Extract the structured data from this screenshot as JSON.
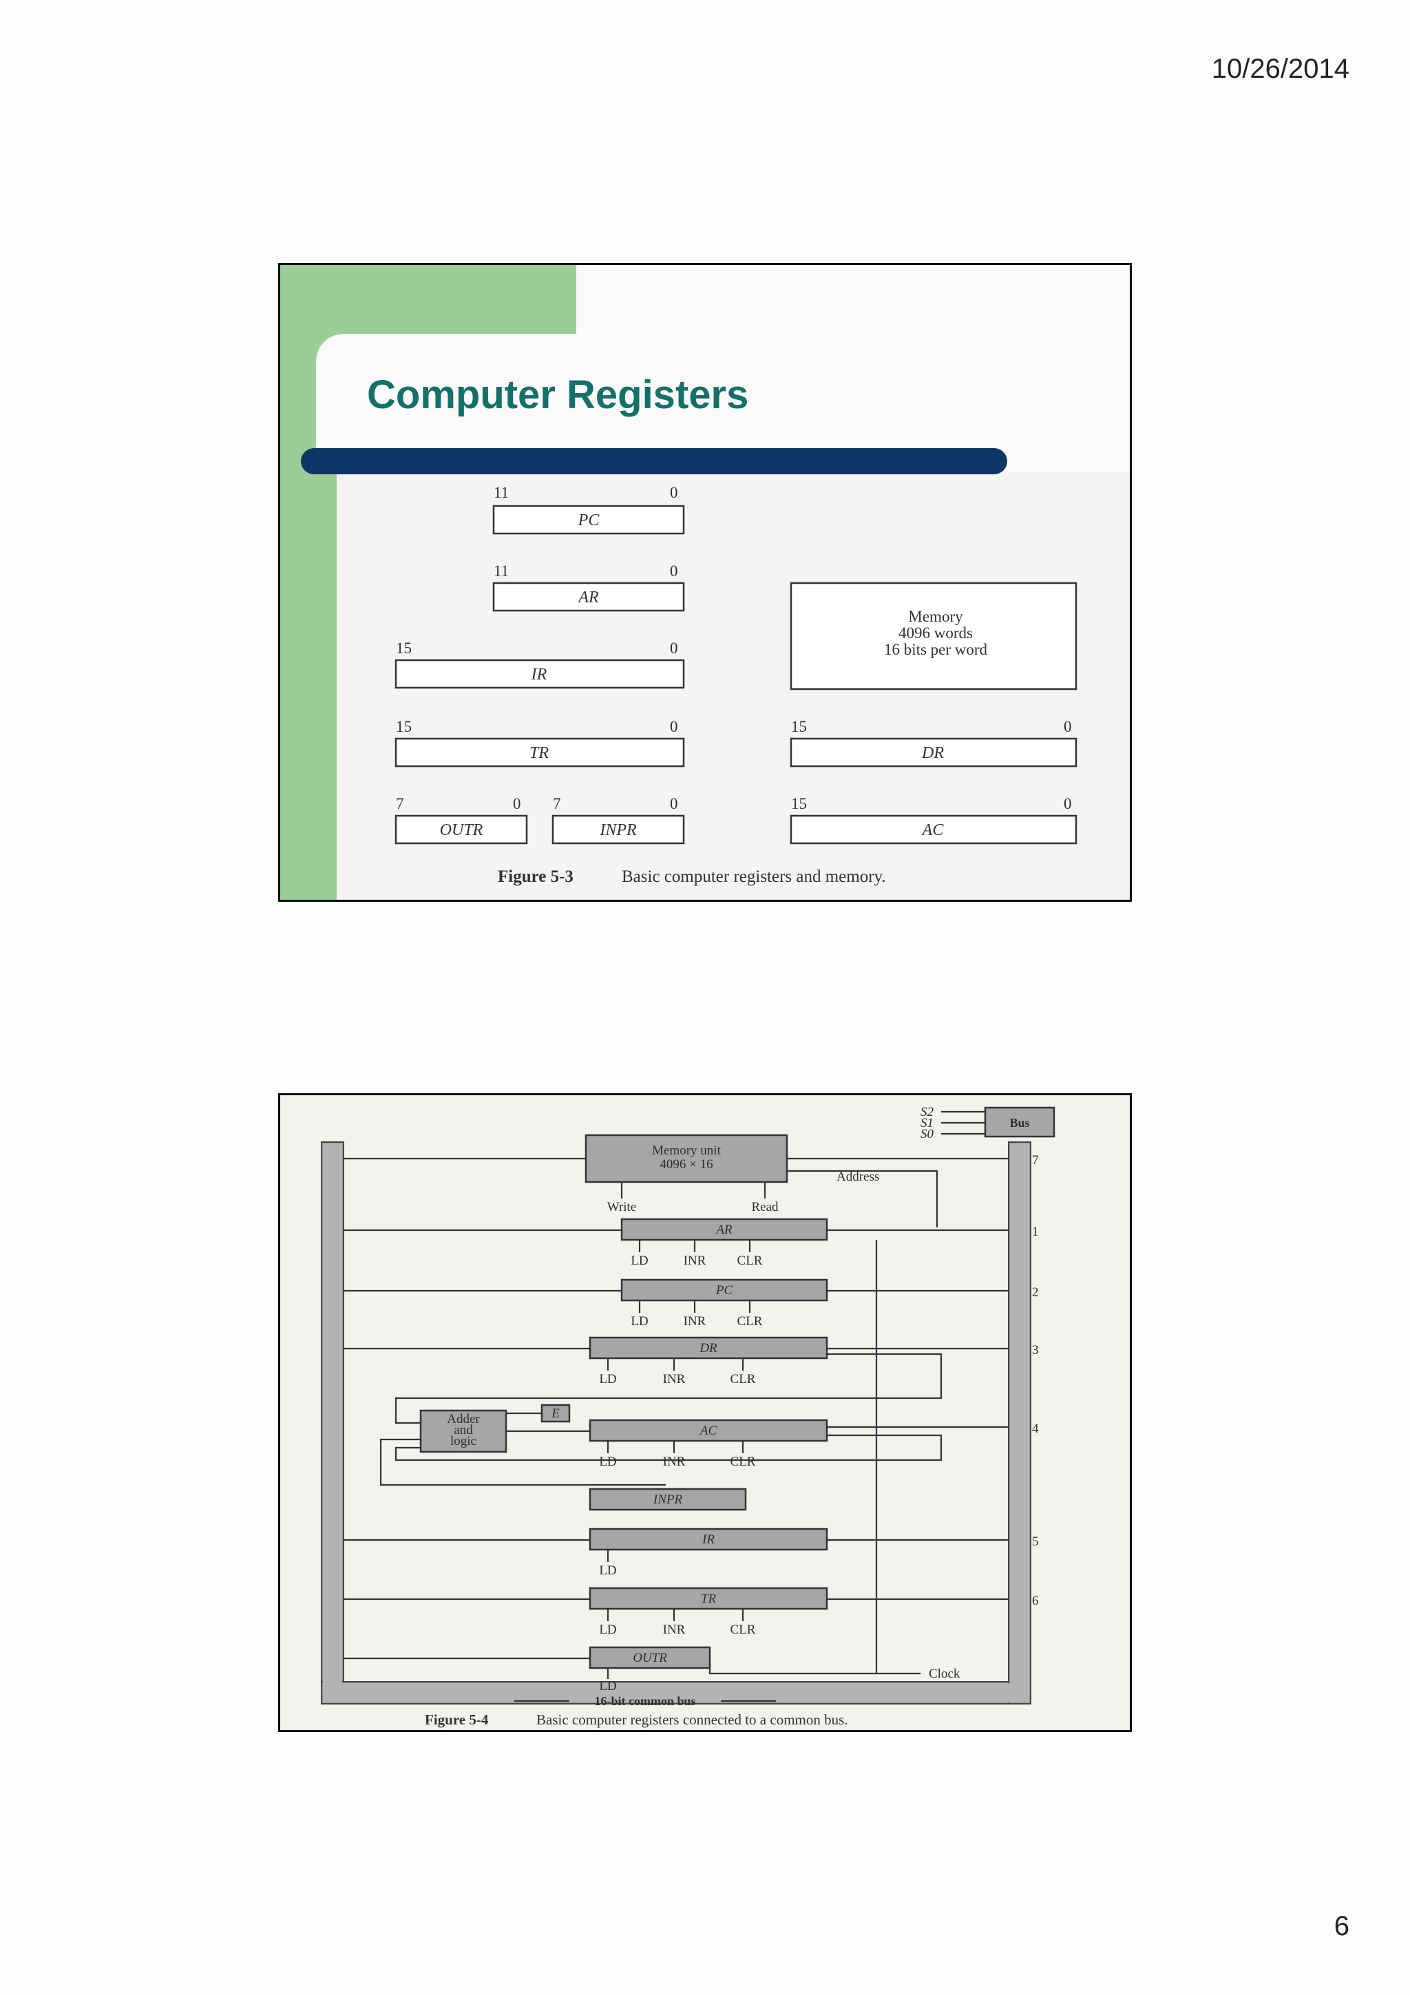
{
  "header": {
    "date": "10/26/2014"
  },
  "footer": {
    "page_number": "6"
  },
  "slide1": {
    "title": "Computer Registers",
    "registers": [
      {
        "name": "PC",
        "high_bit": "11",
        "low_bit": "0"
      },
      {
        "name": "AR",
        "high_bit": "11",
        "low_bit": "0"
      },
      {
        "name": "IR",
        "high_bit": "15",
        "low_bit": "0"
      },
      {
        "name": "TR",
        "high_bit": "15",
        "low_bit": "0"
      },
      {
        "name": "OUTR",
        "high_bit": "7",
        "low_bit": "0"
      },
      {
        "name": "INPR",
        "high_bit": "7",
        "low_bit": "0"
      },
      {
        "name": "DR",
        "high_bit": "15",
        "low_bit": "0"
      },
      {
        "name": "AC",
        "high_bit": "15",
        "low_bit": "0"
      }
    ],
    "memory": {
      "line1": "Memory",
      "line2": "4096 words",
      "line3": "16 bits per word"
    },
    "caption": {
      "number": "Figure 5-3",
      "text": "Basic computer registers and memory."
    },
    "colors": {
      "title": "#16706a",
      "accent_green": "#9ccd97",
      "accent_bar": "#0f3566"
    }
  },
  "slide2": {
    "select_lines": [
      "S2",
      "S1",
      "S0"
    ],
    "bus_box": "Bus",
    "memory_unit": {
      "line1": "Memory unit",
      "line2": "4096 × 16"
    },
    "address_label": "Address",
    "write_label": "Write",
    "read_label": "Read",
    "registers": {
      "ar": {
        "name": "AR",
        "controls": [
          "LD",
          "INR",
          "CLR"
        ]
      },
      "pc": {
        "name": "PC",
        "controls": [
          "LD",
          "INR",
          "CLR"
        ]
      },
      "dr": {
        "name": "DR",
        "controls": [
          "LD",
          "INR",
          "CLR"
        ]
      },
      "ac": {
        "name": "AC",
        "controls": [
          "LD",
          "INR",
          "CLR"
        ]
      },
      "inpr": {
        "name": "INPR"
      },
      "ir": {
        "name": "IR",
        "controls": [
          "LD"
        ]
      },
      "tr": {
        "name": "TR",
        "controls": [
          "LD",
          "INR",
          "CLR"
        ]
      },
      "outr": {
        "name": "OUTR",
        "controls": [
          "LD"
        ]
      }
    },
    "adder": {
      "line1": "Adder",
      "line2": "and",
      "line3": "logic"
    },
    "e_flag": "E",
    "bus_numbers": [
      "7",
      "1",
      "2",
      "3",
      "4",
      "5",
      "6"
    ],
    "clock_label": "Clock",
    "bus_label": "16-bit common bus",
    "caption": {
      "number": "Figure 5-4",
      "text": "Basic computer registers connected to a common bus."
    }
  }
}
